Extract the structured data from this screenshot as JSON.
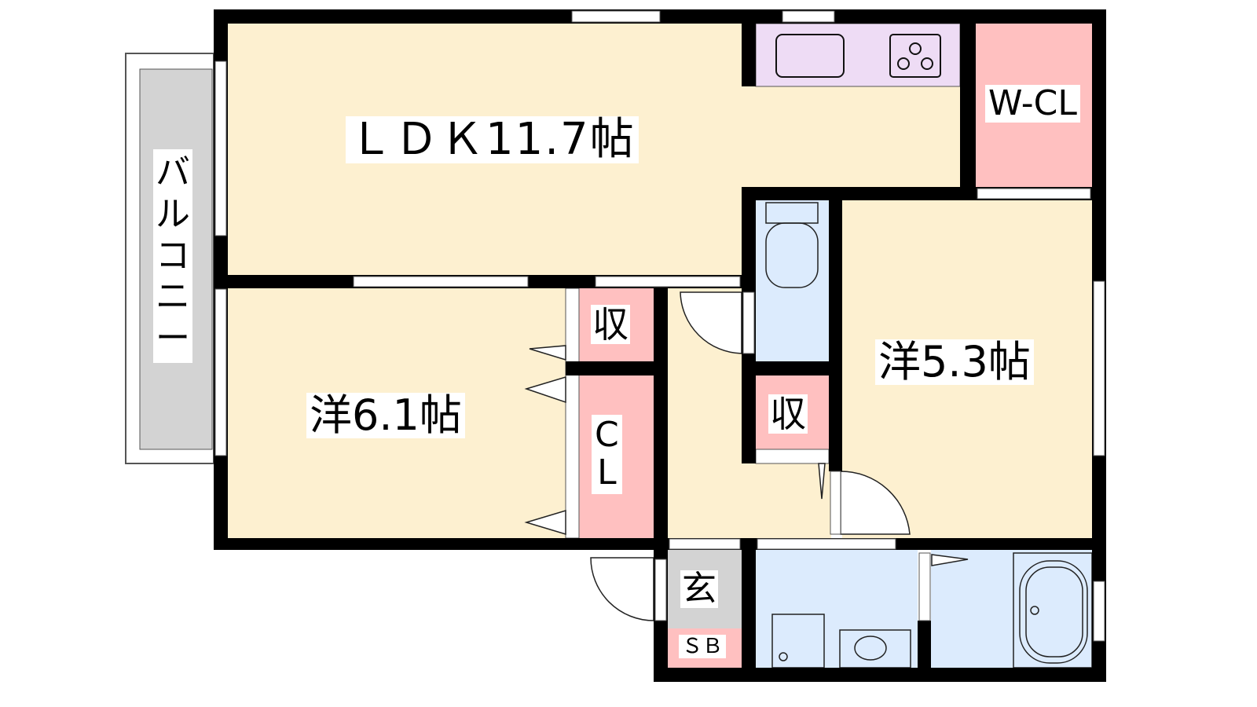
{
  "rooms": {
    "ldk": "ＬＤＫ11.7帖",
    "western_a": "洋6.1帖",
    "western_b": "洋5.3帖",
    "walk_in_closet": "W-CL",
    "storage_left": "収",
    "storage_right": "収",
    "closet": "C\nL",
    "entrance": "玄",
    "shoe_box": "ＳＢ",
    "balcony": "バ\nル\nコ\nニ\nー"
  },
  "colors": {
    "floor": "#fdf0d0",
    "storage": "#ffc0c0",
    "wet_area": "#dcebfd",
    "kitchen": "#eedcf5",
    "entrance": "#d3d3d3",
    "wall": "#000000"
  }
}
